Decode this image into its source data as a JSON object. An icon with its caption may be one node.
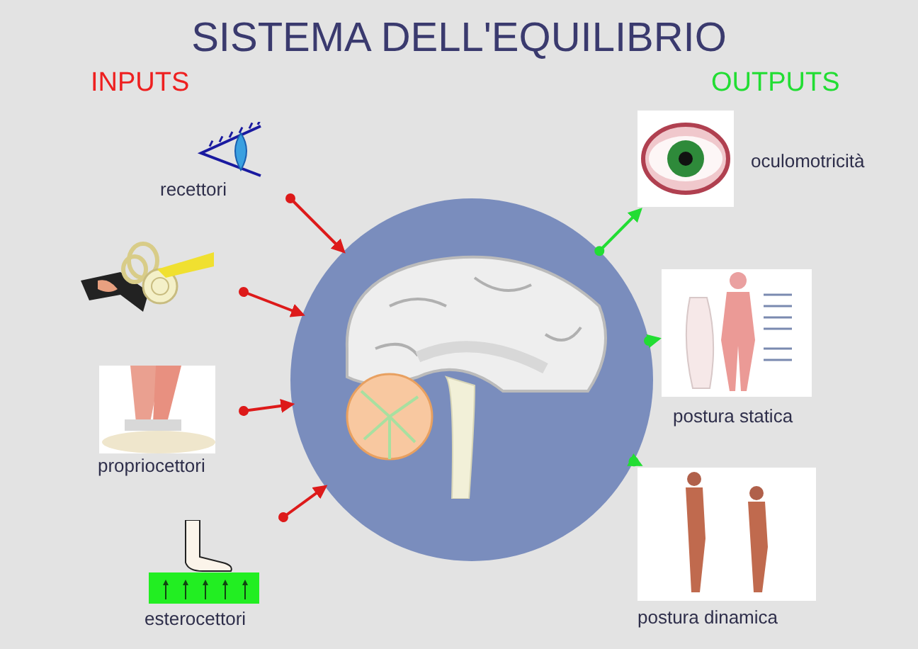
{
  "diagram": {
    "title": "SISTEMA DELL'EQUILIBRIO",
    "nodes": [
      {
        "text": [
          "recettori"
        ]
      },
      {
        "text": [],
        "shape": "picture"
      },
      {
        "text": [
          "propriocettori"
        ]
      },
      {
        "text": [
          "esterocettori"
        ]
      },
      {
        "text": [],
        "shape": "circle"
      },
      {
        "text": [
          "oculomotricità"
        ]
      },
      {
        "text": [
          "postura statica"
        ]
      },
      {
        "text": [
          "postura dinamica"
        ]
      }
    ],
    "edges": [
      {
        "from": 0,
        "to": 4,
        "arrow": "to"
      },
      {
        "from": 1,
        "to": 4,
        "arrow": "to"
      },
      {
        "from": 2,
        "to": 4,
        "arrow": "to"
      },
      {
        "from": 3,
        "to": 4,
        "arrow": "to"
      },
      {
        "from": 4,
        "to": 5,
        "arrow": "to",
        "color": "#22dd33"
      },
      {
        "from": 4,
        "to": 6,
        "arrow": "to",
        "color": "#22dd33"
      },
      {
        "from": 4,
        "to": 7,
        "arrow": "to",
        "color": "#22dd33"
      }
    ],
    "labels": [
      "INPUTS",
      "OUTPUTS"
    ]
  }
}
